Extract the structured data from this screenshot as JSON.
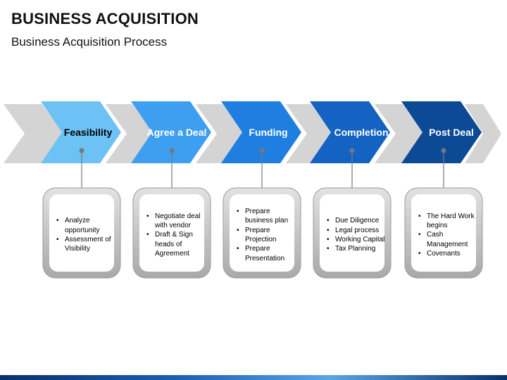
{
  "slide": {
    "title": "BUSINESS ACQUISITION",
    "subtitle": "Business Acquisition Process"
  },
  "steps": [
    {
      "label": "Feasibility",
      "bullets": [
        "Analyze opportunity",
        "Assessment of Visibility"
      ]
    },
    {
      "label": "Agree a Deal",
      "bullets": [
        "Negotiate deal with vendor",
        "Draft & Sign heads of Agreement"
      ]
    },
    {
      "label": "Funding",
      "bullets": [
        "Prepare business plan",
        "Prepare Projection",
        "Prepare Presentation"
      ]
    },
    {
      "label": "Completion",
      "bullets": [
        "Due Diligence",
        "Legal process",
        "Working Capital",
        "Tax Planning"
      ]
    },
    {
      "label": "Post Deal",
      "bullets": [
        "The Hard Work begins",
        "Cash Management",
        "Covenants"
      ]
    }
  ],
  "colors": {
    "step_fills": [
      "#6cc2f5",
      "#3e9ff0",
      "#1f7fe0",
      "#1463c2",
      "#0c4a96"
    ],
    "step_text": [
      "#000000",
      "#ffffff",
      "#ffffff",
      "#ffffff",
      "#ffffff"
    ],
    "band": "#d4d4d4",
    "card_frame": "#b8b8b8"
  }
}
